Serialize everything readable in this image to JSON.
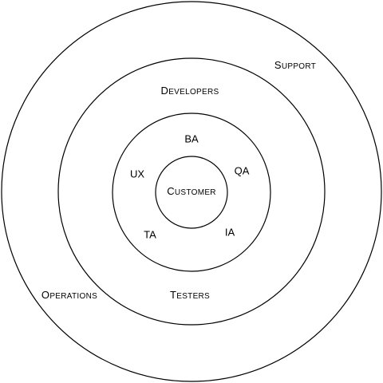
{
  "diagram": {
    "rings": [
      {
        "name": "outer-ring"
      },
      {
        "name": "developers-ring"
      },
      {
        "name": "roles-ring"
      },
      {
        "name": "customer-ring"
      }
    ],
    "labels": {
      "customer": "Customer",
      "ba": "BA",
      "qa": "QA",
      "ux": "UX",
      "ta": "TA",
      "ia": "IA",
      "developers": "Developers",
      "testers": "Testers",
      "support": "Support",
      "operations": "Operations"
    },
    "colors": {
      "stroke": "#000000",
      "background": "#ffffff"
    }
  }
}
